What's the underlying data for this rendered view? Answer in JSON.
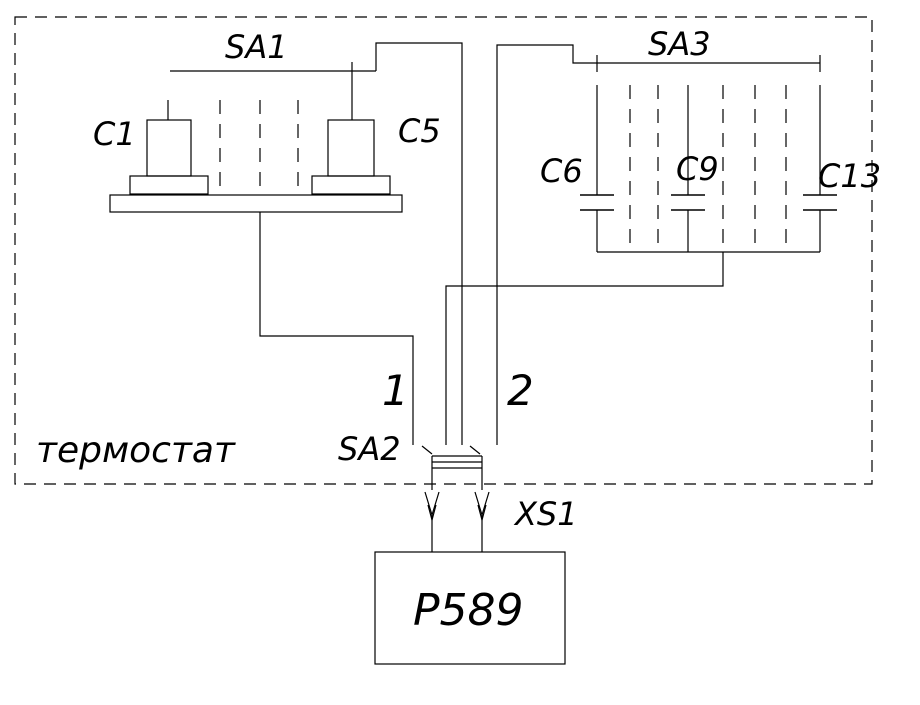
{
  "diagram": {
    "enclosure_label": "термостат",
    "switches": {
      "sa1": "SA1",
      "sa2": "SA2",
      "sa3": "SA3"
    },
    "capacitors": {
      "c1": "C1",
      "c5": "C5",
      "c6": "C6",
      "c9": "C9",
      "c13": "C13"
    },
    "lines": {
      "line1": "1",
      "line2": "2"
    },
    "connector": "XS1",
    "device": "P589"
  }
}
